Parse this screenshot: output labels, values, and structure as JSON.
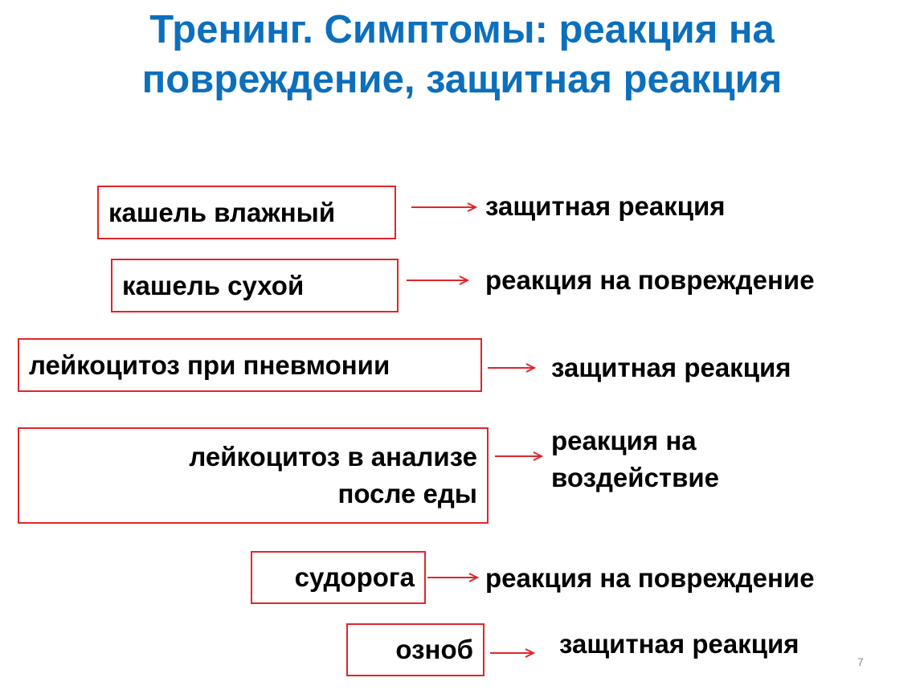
{
  "slide": {
    "title_lines": [
      "Тренинг. Симптомы: реакция на",
      "повреждение, защитная реакция"
    ],
    "rows": [
      {
        "symptom_lines": [
          "кашель влажный"
        ],
        "result_lines": [
          "защитная реакция"
        ]
      },
      {
        "symptom_lines": [
          "кашель сухой"
        ],
        "result_lines": [
          "реакция на повреждение"
        ]
      },
      {
        "symptom_lines": [
          "лейкоцитоз при пневмонии"
        ],
        "result_lines": [
          "защитная реакция"
        ]
      },
      {
        "symptom_lines": [
          "лейкоцитоз  в анализе",
          "после еды"
        ],
        "result_lines": [
          "реакция на",
          "воздействие"
        ]
      },
      {
        "symptom_lines": [
          "судорога"
        ],
        "result_lines": [
          "реакция на повреждение"
        ]
      },
      {
        "symptom_lines": [
          "озноб"
        ],
        "result_lines": [
          "защитная реакция"
        ]
      }
    ],
    "page_number": "7",
    "colors": {
      "title": "#0b6fbd",
      "box_border": "#e0262b",
      "arrow": "#e0262b",
      "text": "#000000",
      "page_number": "#8a8a8a"
    }
  }
}
